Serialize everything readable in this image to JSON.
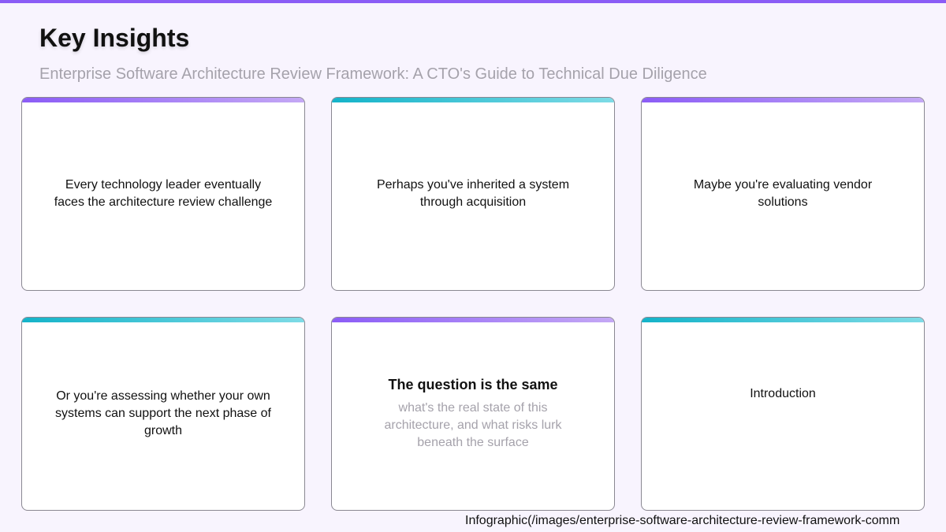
{
  "header": {
    "title": "Key Insights",
    "subtitle": "Enterprise Software Architecture Review Framework: A CTO's Guide to Technical Due Diligence"
  },
  "colors": {
    "accent_purple": "#8b5cf6",
    "accent_teal": "#14b3c9",
    "background": "#f8f4fe"
  },
  "cards": [
    {
      "text": "Every technology leader eventually faces the architecture review challenge"
    },
    {
      "text": "Perhaps you've inherited a system through acquisition"
    },
    {
      "text": "Maybe you're evaluating vendor solutions"
    },
    {
      "text": "Or you're assessing whether your own systems can support the next phase of growth"
    },
    {
      "heading": "The question is the same",
      "text": "what's the real state of this architecture, and what risks lurk beneath the surface"
    },
    {
      "text": "Introduction"
    }
  ],
  "overflow_text": "Infographic(/images/enterprise-software-architecture-review-framework-comm"
}
